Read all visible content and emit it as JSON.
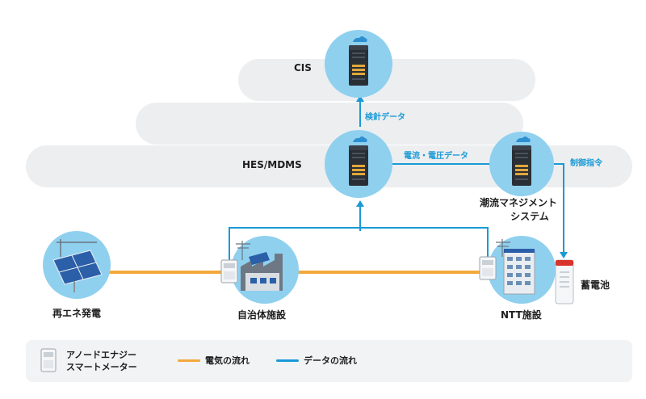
{
  "nodes": {
    "cis": {
      "label": "CIS"
    },
    "hes": {
      "label": "HES/MDMS"
    },
    "power_flow_mgmt": {
      "label_line1": "潮流マネジメント",
      "label_line2": "システム"
    },
    "renewable": {
      "label": "再エネ発電"
    },
    "municipal": {
      "label": "自治体施設"
    },
    "ntt": {
      "label": "NTT施設"
    },
    "battery": {
      "label": "蓄電池"
    }
  },
  "flows": {
    "meter_reading": "検針データ",
    "current_voltage": "電流・電圧データ",
    "control_command": "制御指令"
  },
  "legend": {
    "meter_line1": "アノードエナジー",
    "meter_line2": "スマートメーター",
    "electricity": "電気の流れ",
    "data": "データの流れ"
  },
  "colors": {
    "electricity": "#f2a93b",
    "data": "#1a9ad6",
    "circle": "#8fd0ef",
    "cloud": "#eceef0"
  }
}
